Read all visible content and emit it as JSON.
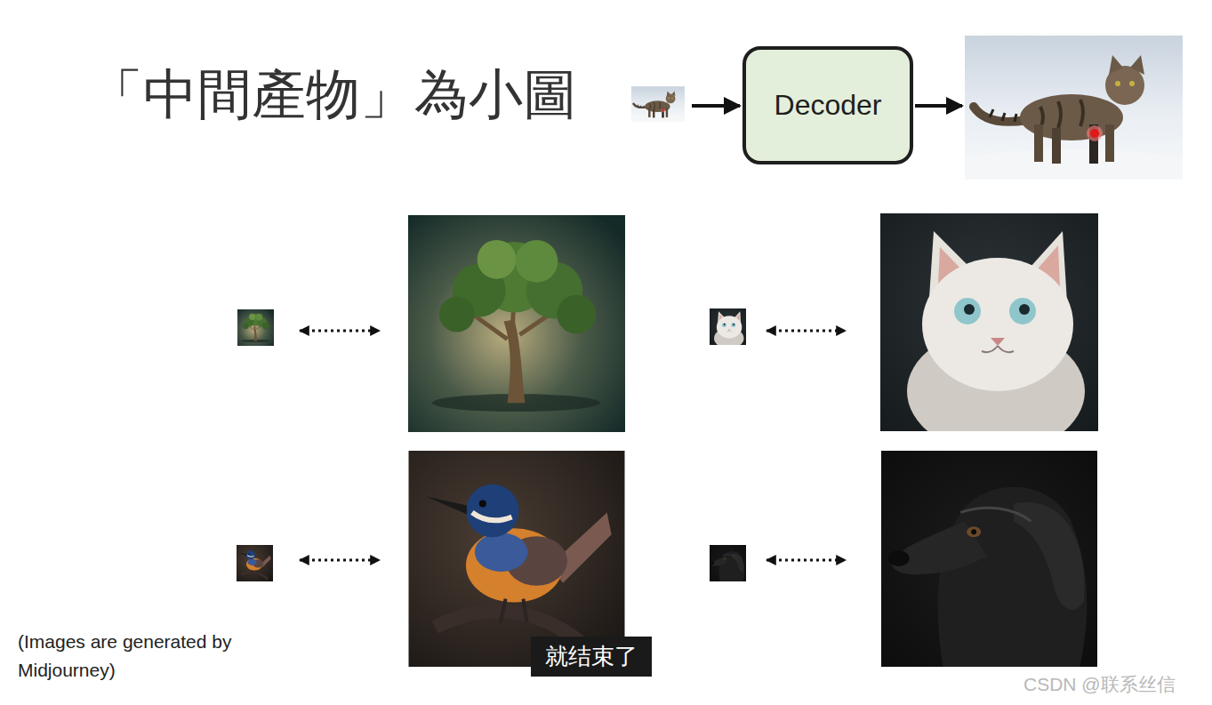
{
  "diagram": {
    "title": "「中間產物」為小圖",
    "caption": "(Images are generated by Midjourney)",
    "nodes": [
      {
        "text": [
          "Decoder"
        ]
      }
    ],
    "edges": [],
    "labels": [
      "就结束了",
      "CSDN @联系丝信"
    ]
  }
}
